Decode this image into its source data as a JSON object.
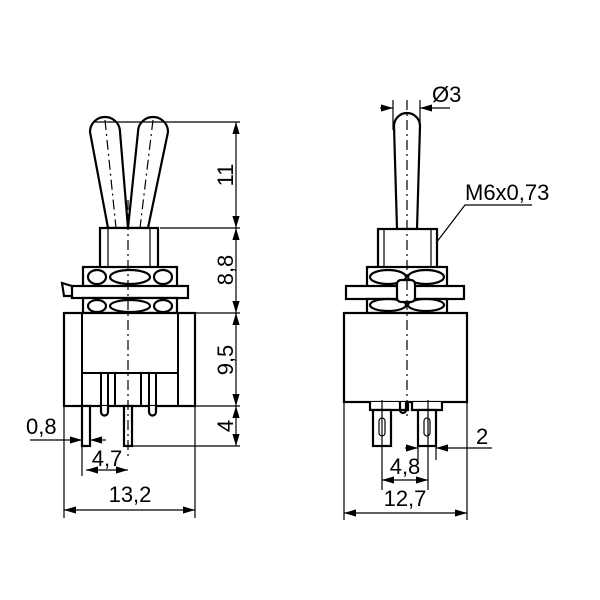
{
  "title": "Miniature toggle switch dimension drawing",
  "side_view": {
    "lever_height": "11",
    "bushing_height": "8,8",
    "body_height": "9,5",
    "pin_length": "4",
    "pin_thickness": "0,8",
    "pin_spacing": "4,7",
    "body_width": "13,2"
  },
  "front_view": {
    "lever_diameter": "Ø3",
    "thread": "M6x0,73",
    "pin_width": "2",
    "pin_spacing": "4,8",
    "body_width": "12,7"
  }
}
